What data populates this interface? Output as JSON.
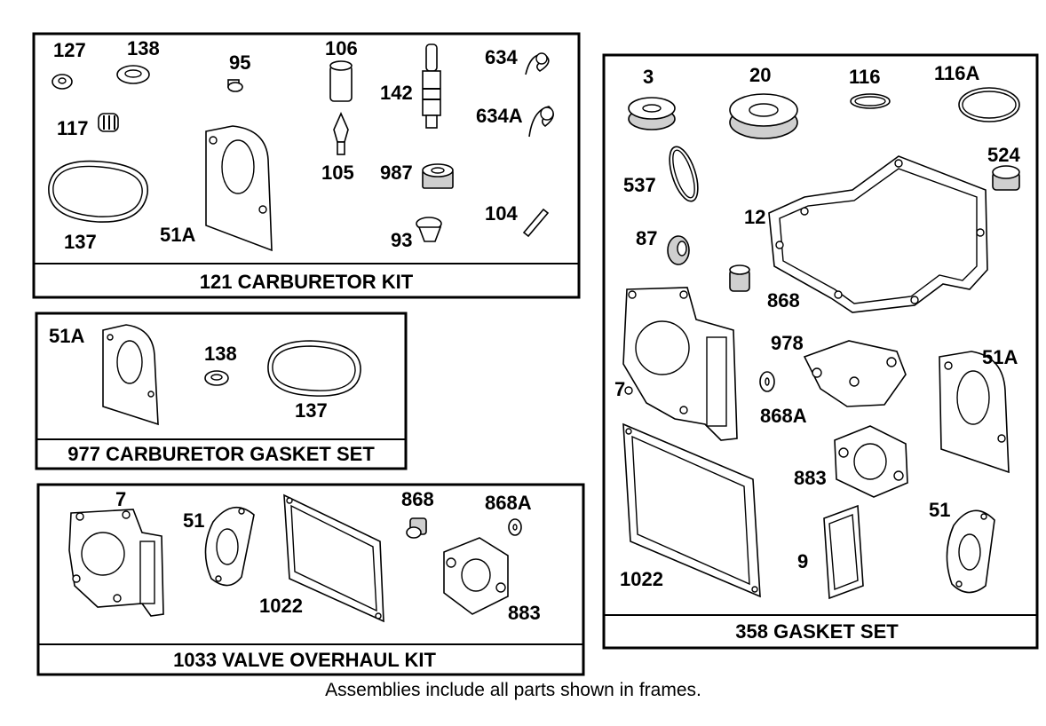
{
  "kits": {
    "carburetor_kit": {
      "title": "121 CARBURETOR KIT",
      "parts": [
        "127",
        "138",
        "95",
        "106",
        "142",
        "634",
        "634A",
        "117",
        "105",
        "987",
        "104",
        "137",
        "51A",
        "93"
      ]
    },
    "carburetor_gasket_set": {
      "title": "977 CARBURETOR GASKET SET",
      "parts": [
        "51A",
        "138",
        "137"
      ]
    },
    "valve_overhaul_kit": {
      "title": "1033 VALVE OVERHAUL KIT",
      "parts": [
        "7",
        "868",
        "868A",
        "51",
        "1022",
        "883"
      ]
    },
    "gasket_set": {
      "title": "358 GASKET SET",
      "parts": [
        "3",
        "20",
        "116",
        "116A",
        "524",
        "537",
        "12",
        "87",
        "868",
        "978",
        "51A",
        "7",
        "868A",
        "883",
        "51",
        "1022",
        "9"
      ]
    }
  },
  "caption": "Assemblies include all parts shown in frames."
}
